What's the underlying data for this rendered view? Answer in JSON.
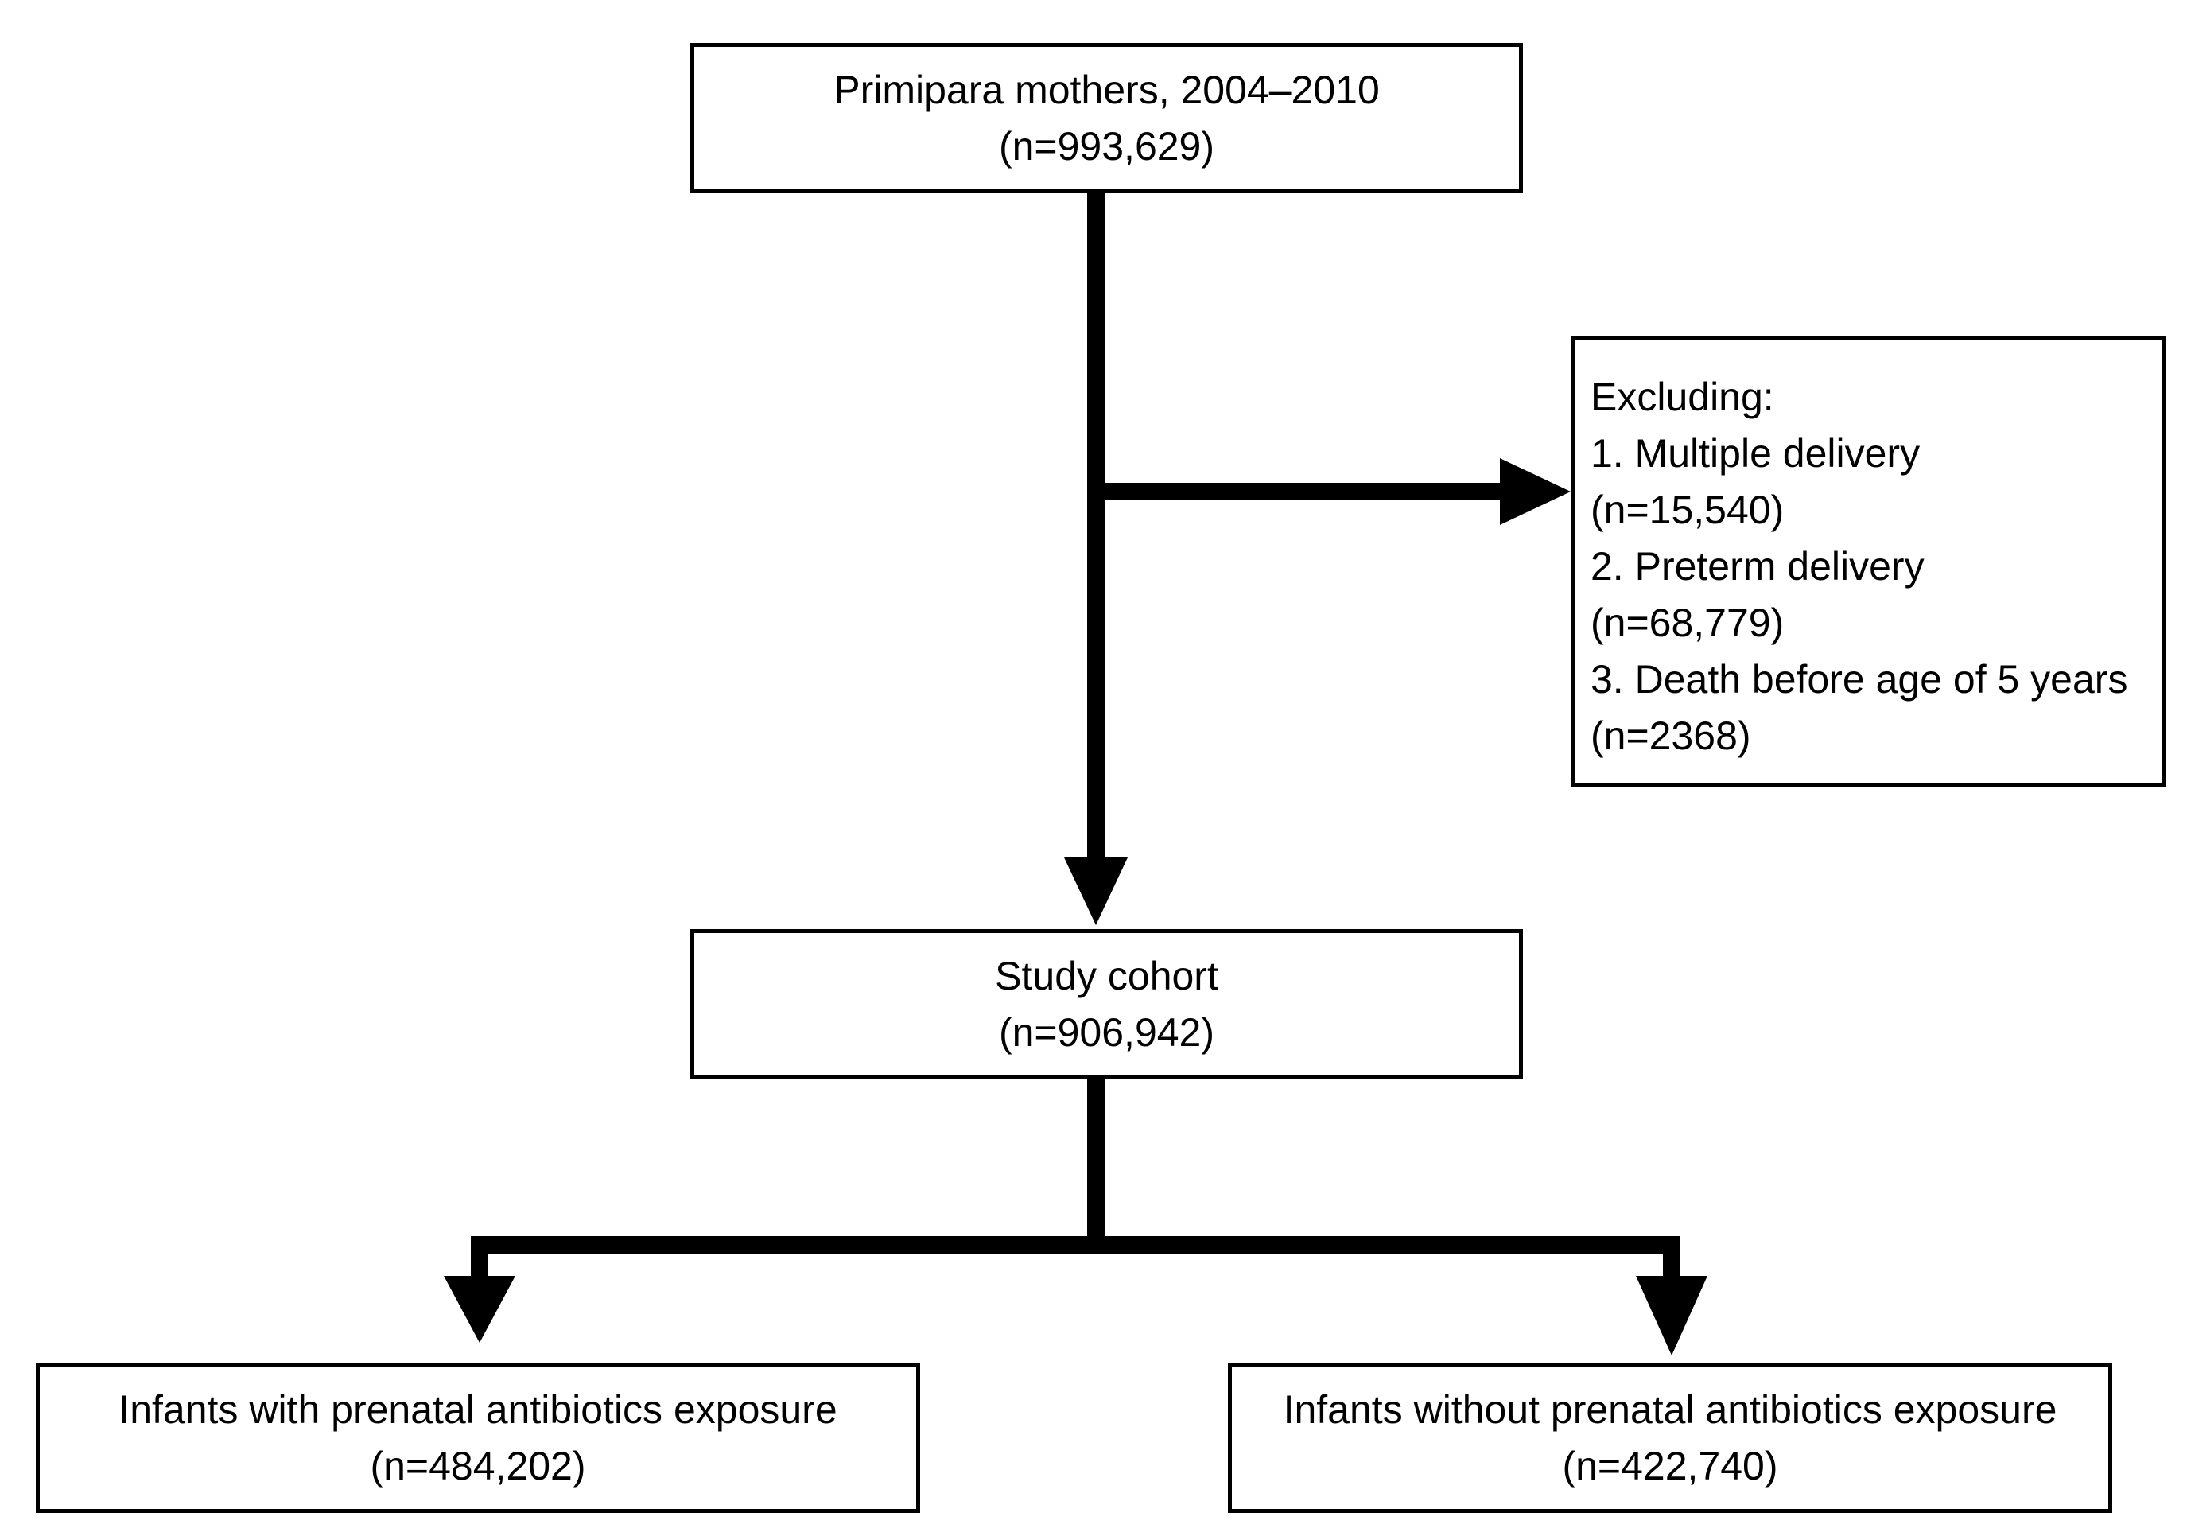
{
  "nodes": {
    "primipara": {
      "title": "Primipara mothers, 2004–2010",
      "count": "(n=993,629)"
    },
    "exclusion": {
      "heading": "Excluding:",
      "items": [
        {
          "label": "1. Multiple delivery",
          "count": "(n=15,540)"
        },
        {
          "label": "2. Preterm delivery",
          "count": "(n=68,779)"
        },
        {
          "label": "3. Death before age of 5 years",
          "count": "(n=2368)"
        }
      ]
    },
    "cohort": {
      "title": "Study cohort",
      "count": "(n=906,942)"
    },
    "exposed": {
      "title": "Infants with prenatal antibiotics exposure",
      "count": "(n=484,202)"
    },
    "unexposed": {
      "title": "Infants without prenatal antibiotics exposure",
      "count": "(n=422,740)"
    }
  },
  "colors": {
    "line": "#000000",
    "box_border": "#000000",
    "background": "#ffffff"
  }
}
